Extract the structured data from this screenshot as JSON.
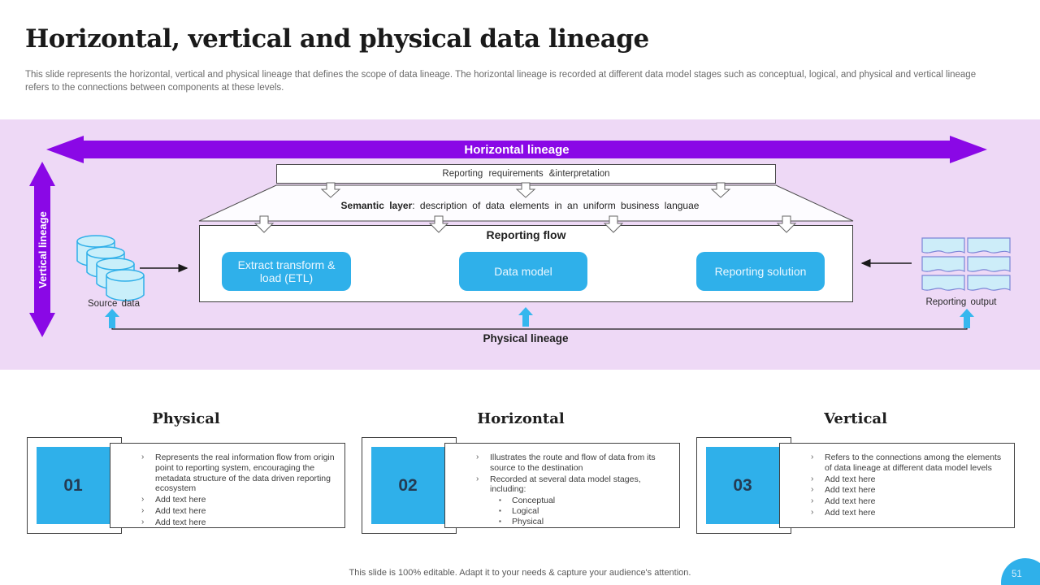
{
  "slide": {
    "title": "Horizontal, vertical and physical data lineage",
    "subtitle": "This slide represents the horizontal, vertical and physical lineage that defines the scope of data lineage. The horizontal lineage is recorded at different data model stages such as conceptual, logical, and physical and vertical lineage refers to the connections between components at these levels.",
    "footer": "This slide is 100% editable. Adapt it to your needs & capture your audience's attention.",
    "page_number": "51"
  },
  "diagram": {
    "horizontal_lineage": "Horizontal lineage",
    "vertical_lineage": "Vertical lineage",
    "physical_lineage": "Physical lineage",
    "requirements_box": "Reporting requirements &interpretation",
    "semantic_layer_title": "Semantic layer",
    "semantic_layer_desc": ": description of data elements in an uniform business languae",
    "reporting_flow": "Reporting flow",
    "nodes": {
      "etl": "Extract transform & load (ETL)",
      "data_model": "Data model",
      "reporting_solution": "Reporting solution"
    },
    "source_label": "Source data",
    "output_label": "Reporting output"
  },
  "cards": [
    {
      "number": "01",
      "title": "Physical",
      "items": [
        {
          "text": "Represents the real information flow from origin point to reporting system, encouraging the metadata structure of the data driven reporting ecosystem"
        },
        {
          "text": "Add text here"
        },
        {
          "text": "Add text here"
        },
        {
          "text": "Add text here"
        }
      ]
    },
    {
      "number": "02",
      "title": "Horizontal",
      "items": [
        {
          "text": "Illustrates the route and flow of data from its source to the destination"
        },
        {
          "text": "Recorded at several data model stages, including:",
          "sub": [
            "Conceptual",
            "Logical",
            "Physical"
          ]
        }
      ]
    },
    {
      "number": "03",
      "title": "Vertical",
      "items": [
        {
          "text": "Refers to the connections among the elements of data lineage at different data model levels"
        },
        {
          "text": "Add text here"
        },
        {
          "text": "Add text here"
        },
        {
          "text": "Add text here"
        },
        {
          "text": "Add text here"
        }
      ]
    }
  ],
  "ui": {
    "bullet": "›",
    "sub_bullet": "▪"
  },
  "colors": {
    "purple": "#8A08E6",
    "lavender": "#EED9F6",
    "accent_blue": "#2FB0EA",
    "cyan_fill": "#C9EFFA",
    "doc_stroke": "#7B85D6",
    "dark_text": "#1F1F1F",
    "gray_text": "#6A6A6A"
  }
}
